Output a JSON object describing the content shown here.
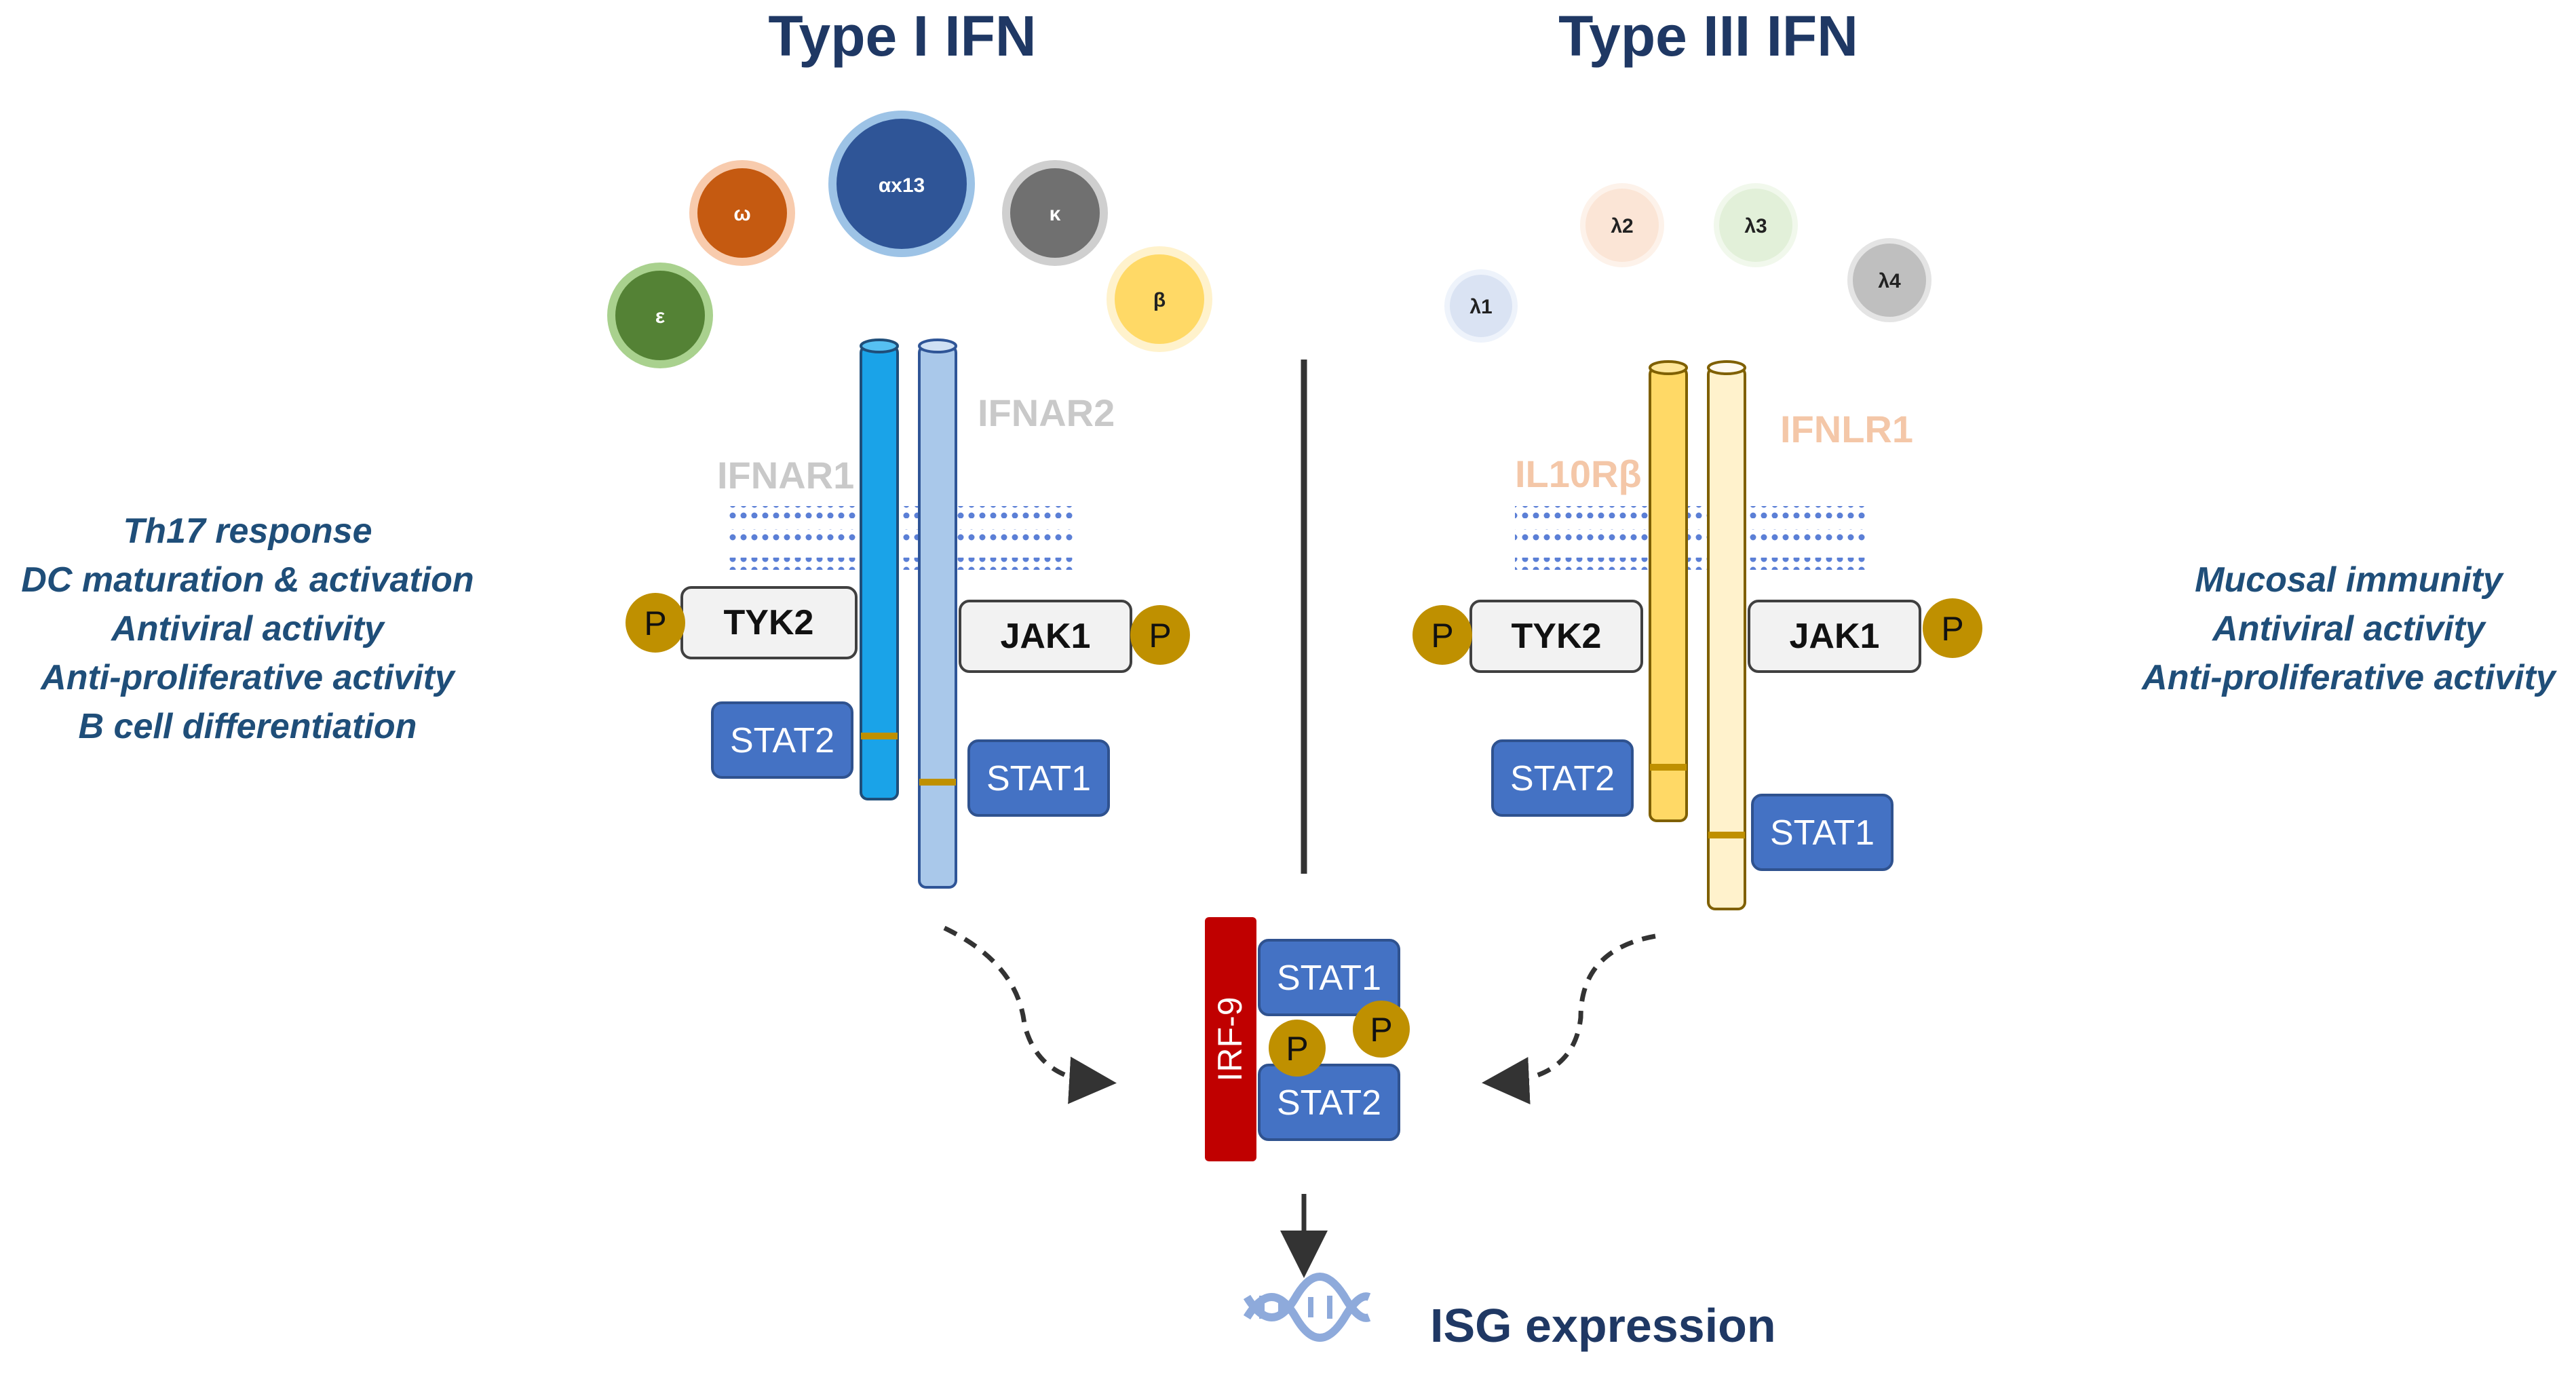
{
  "titles": {
    "type1": "Type I IFN",
    "type3": "Type III IFN"
  },
  "type1": {
    "ligands": {
      "epsilon": "ε",
      "omega": "ω",
      "alpha13": "αx13",
      "kappa": "κ",
      "beta": "β"
    },
    "receptors": {
      "r1": "IFNAR1",
      "r2": "IFNAR2"
    },
    "functions": [
      "Th17 response",
      "DC maturation & activation",
      "Antiviral activity",
      "Anti-proliferative activity",
      "B cell differentiation"
    ]
  },
  "type3": {
    "ligands": {
      "l1": "λ1",
      "l2": "λ2",
      "l3": "λ3",
      "l4": "λ4"
    },
    "receptors": {
      "r1": "IL10Rβ",
      "r2": "IFNLR1"
    },
    "functions": [
      "Mucosal immunity",
      "Antiviral activity",
      "Anti-proliferative activity"
    ]
  },
  "kinases": {
    "tyk2": "TYK2",
    "jak1": "JAK1"
  },
  "stats": {
    "stat1": "STAT1",
    "stat2": "STAT2"
  },
  "phospho": "P",
  "irf9": "IRF-9",
  "output": "ISG expression",
  "colors": {
    "title": "#1f3864",
    "function_text": "#1f4e79",
    "stat_fill": "#4472c4",
    "phospho_fill": "#bf9000",
    "irf9": "#c00000",
    "ifnar1": "#1aa3e8",
    "ifnar2": "#a9c8ea",
    "il10rb": "#ffd966",
    "ifnlr1": "#fff2cc",
    "membrane": "#4472c4"
  }
}
